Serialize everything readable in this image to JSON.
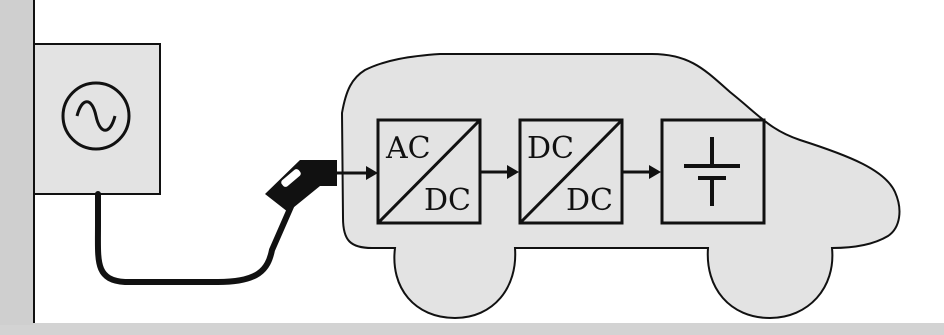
{
  "colors": {
    "fill": "#e3e3e3",
    "stroke": "#111111",
    "wall": "#cfcfcf",
    "ground": "#d3d3d3"
  },
  "converters": {
    "ac_dc": {
      "input": "AC",
      "output": "DC"
    },
    "dc_dc": {
      "input": "DC",
      "output": "DC"
    }
  },
  "icons": {
    "ac_source": "ac-sine-icon",
    "battery": "battery-icon"
  }
}
